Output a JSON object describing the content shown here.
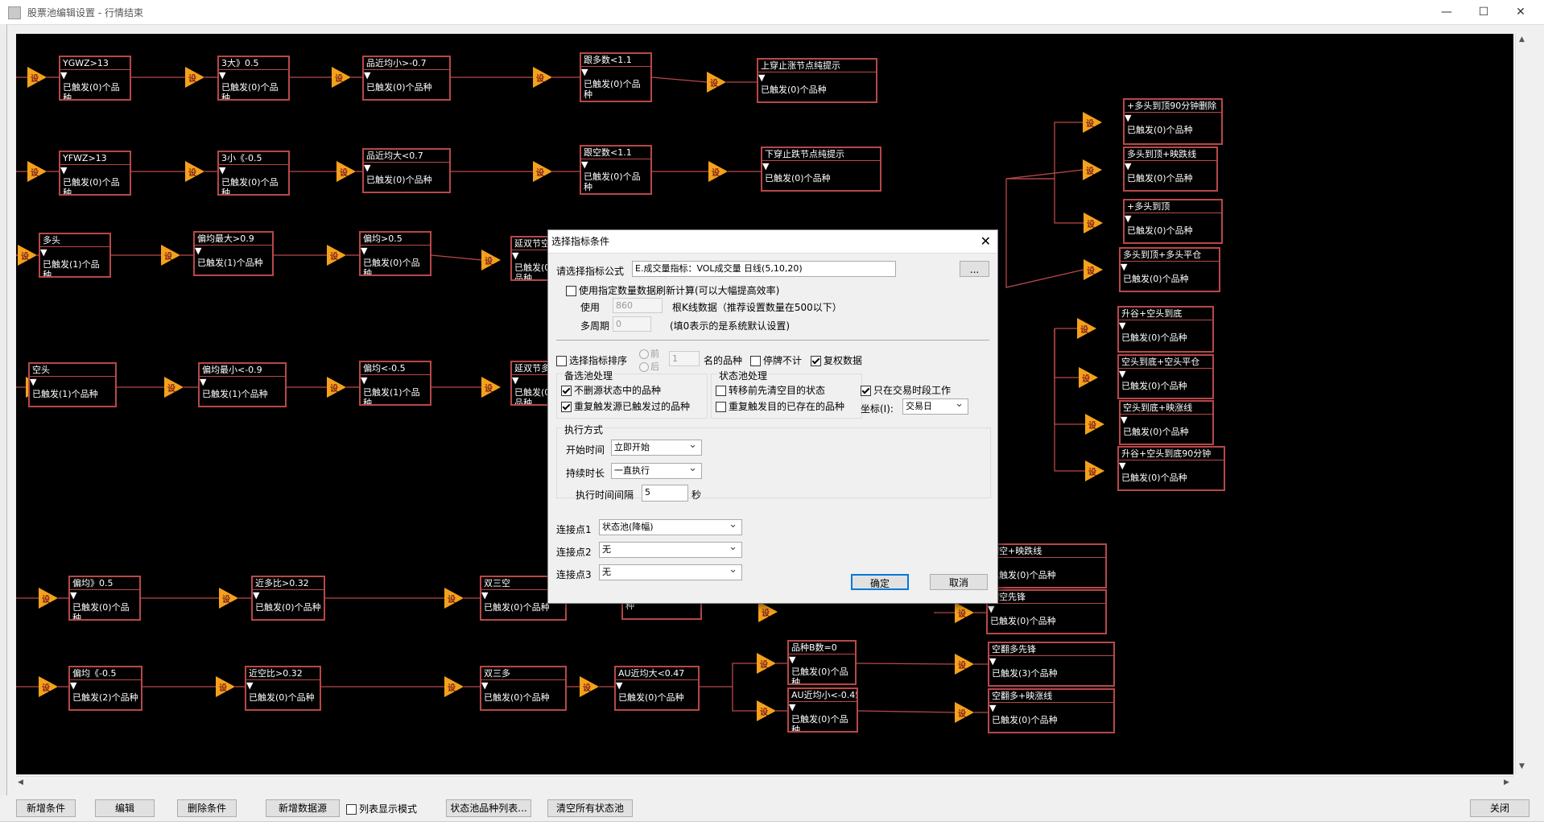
{
  "window": {
    "title": "股票池编辑设置 - 行情结束"
  },
  "icons": {
    "trigger_label": "设",
    "dropdown": "menu-dropdown-icon"
  },
  "nodes": [
    {
      "title": "YGWZ>13",
      "status": "已触发(0)个品种"
    },
    {
      "title": "3大》0.5",
      "status": "已触发(0)个品种"
    },
    {
      "title": "品近均小>-0.7",
      "status": "已触发(0)个品种"
    },
    {
      "title": "跟多数<1.1",
      "status": "已触发(0)个品种"
    },
    {
      "title": "上穿止涨节点纯提示",
      "status": "已触发(0)个品种"
    },
    {
      "title": "YFWZ>13",
      "status": "已触发(0)个品种"
    },
    {
      "title": "3小《-0.5",
      "status": "已触发(0)个品种"
    },
    {
      "title": "品近均大<0.7",
      "status": "已触发(0)个品种"
    },
    {
      "title": "跟空数<1.1",
      "status": "已触发(0)个品种"
    },
    {
      "title": "下穿止跌节点纯提示",
      "status": "已触发(0)个品种"
    },
    {
      "title": "多头",
      "status": "已触发(1)个品种"
    },
    {
      "title": "偏均最大>0.9",
      "status": "已触发(1)个品种"
    },
    {
      "title": "偏均>0.5",
      "status": "已触发(0)个品种"
    },
    {
      "title": "延双节空",
      "status": "已触发(0)个品种"
    },
    {
      "title": "空头",
      "status": "已触发(1)个品种"
    },
    {
      "title": "偏均最小<-0.9",
      "status": "已触发(1)个品种"
    },
    {
      "title": "偏均<-0.5",
      "status": "已触发(1)个品种"
    },
    {
      "title": "延双节多",
      "status": "已触发(0)个品种"
    },
    {
      "title": "+多头到顶90分钟删除",
      "status": "已触发(0)个品种"
    },
    {
      "title": "多头到顶+映跌线",
      "status": "已触发(0)个品种"
    },
    {
      "title": "+多头到顶",
      "status": "已触发(0)个品种"
    },
    {
      "title": "多头到顶+多头平仓",
      "status": "已触发(0)个品种"
    },
    {
      "title": "升谷+空头到底",
      "status": "已触发(0)个品种"
    },
    {
      "title": "空头到底+空头平仓",
      "status": "已触发(0)个品种"
    },
    {
      "title": "空头到底+映涨线",
      "status": "已触发(0)个品种"
    },
    {
      "title": "升谷+空头到底90分钟",
      "status": "已触发(0)个品种"
    },
    {
      "title": "偏均》0.5",
      "status": "已触发(0)个品种"
    },
    {
      "title": "近多比>0.32",
      "status": "已触发(0)个品种"
    },
    {
      "title": "双三空",
      "status": "已触发(0)个品种"
    },
    {
      "title": "翻空+映跌线",
      "status": "已触发(0)个品种"
    },
    {
      "title": "翻空先锋",
      "status": "已触发(0)个品种"
    },
    {
      "title": "偏均《-0.5",
      "status": "已触发(2)个品种"
    },
    {
      "title": "近空比>0.32",
      "status": "已触发(0)个品种"
    },
    {
      "title": "双三多",
      "status": "已触发(0)个品种"
    },
    {
      "title": "AU近均大<0.47",
      "status": "已触发(0)个品种"
    },
    {
      "title": "品种B数=0",
      "status": "已触发(0)个品种"
    },
    {
      "title": "AU近均小<-0.45",
      "status": "已触发(0)个品种"
    },
    {
      "title": "空翻多先锋",
      "status": "已触发(3)个品种"
    },
    {
      "title": "空翻多+映涨线",
      "status": "已触发(0)个品种"
    },
    {
      "title": "",
      "status": "已触发(0)个品种"
    },
    {
      "title": "",
      "status": "种"
    }
  ],
  "dialog": {
    "title": "选择指标条件",
    "formula_label": "请选择指标公式",
    "formula_value": "E.成交量指标：VOL成交量 日线(5,10,20)",
    "browse_label": "...",
    "use_count_label": "使用指定数量数据刷新计算(可以大幅提高效率)",
    "use_label": "使用",
    "use_value": "860",
    "kline_hint": "根K线数据（推荐设置数量在500以下）",
    "multi_period_label": "多周期",
    "multi_period_value": "0",
    "multi_period_hint": "(填0表示的是系统默认设置)",
    "sort_label": "选择指标排序",
    "front_label": "前",
    "back_label": "后",
    "rank_value": "1",
    "rank_suffix": "名的品种",
    "suspend_label": "停牌不计",
    "restore_label": "复权数据",
    "candidate_group": "备选池处理",
    "no_delete_label": "不删源状态中的品种",
    "repeat_source_label": "重复触发源已触发过的品种",
    "state_group": "状态池处理",
    "clear_target_label": "转移前先清空目的状态",
    "repeat_target_label": "重复触发目的已存在的品种",
    "trade_time_label": "只在交易时段工作",
    "coord_label": "坐标(I):",
    "coord_value": "交易日",
    "exec_group": "执行方式",
    "start_label": "开始时间",
    "start_value": "立即开始",
    "duration_label": "持续时长",
    "duration_value": "一直执行",
    "interval_label": "执行时间间隔",
    "interval_value": "5",
    "interval_unit": "秒",
    "conn1_label": "连接点1",
    "conn1_value": "状态池(降幅)",
    "conn2_label": "连接点2",
    "conn2_value": "无",
    "conn3_label": "连接点3",
    "conn3_value": "无",
    "ok_label": "确定",
    "cancel_label": "取消"
  },
  "toolbar": {
    "add_condition": "新增条件",
    "edit": "编辑",
    "delete_condition": "删除条件",
    "add_source": "新增数据源",
    "list_mode": "列表显示模式",
    "pool_list": "状态池品种列表...",
    "clear_all": "清空所有状态池",
    "close": "关闭"
  }
}
